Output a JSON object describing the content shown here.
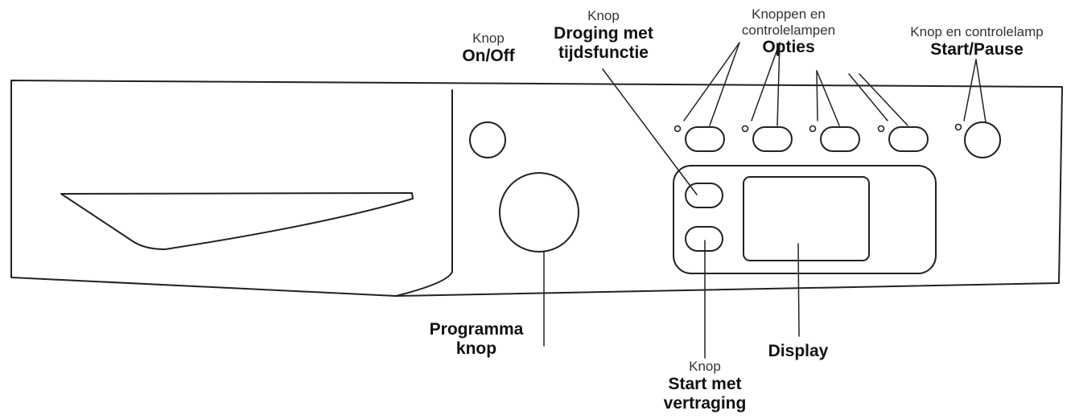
{
  "labels": {
    "on_off": {
      "small": "Knop",
      "big": "On/Off"
    },
    "droging": {
      "small": "Knop",
      "big1": "Droging met",
      "big2": "tijdsfunctie"
    },
    "opties": {
      "small1": "Knoppen en",
      "small2": "controlelampen",
      "big": "Opties"
    },
    "start_pause": {
      "small": "Knop en controlelamp",
      "big": "Start/Pause"
    },
    "programma": {
      "big1": "Programma",
      "big2": "knop"
    },
    "start_vertraging": {
      "small": "Knop",
      "big1": "Start met",
      "big2": "vertraging"
    },
    "display": {
      "big": "Display"
    }
  },
  "colors": {
    "stroke": "#222222",
    "background": "#ffffff"
  }
}
